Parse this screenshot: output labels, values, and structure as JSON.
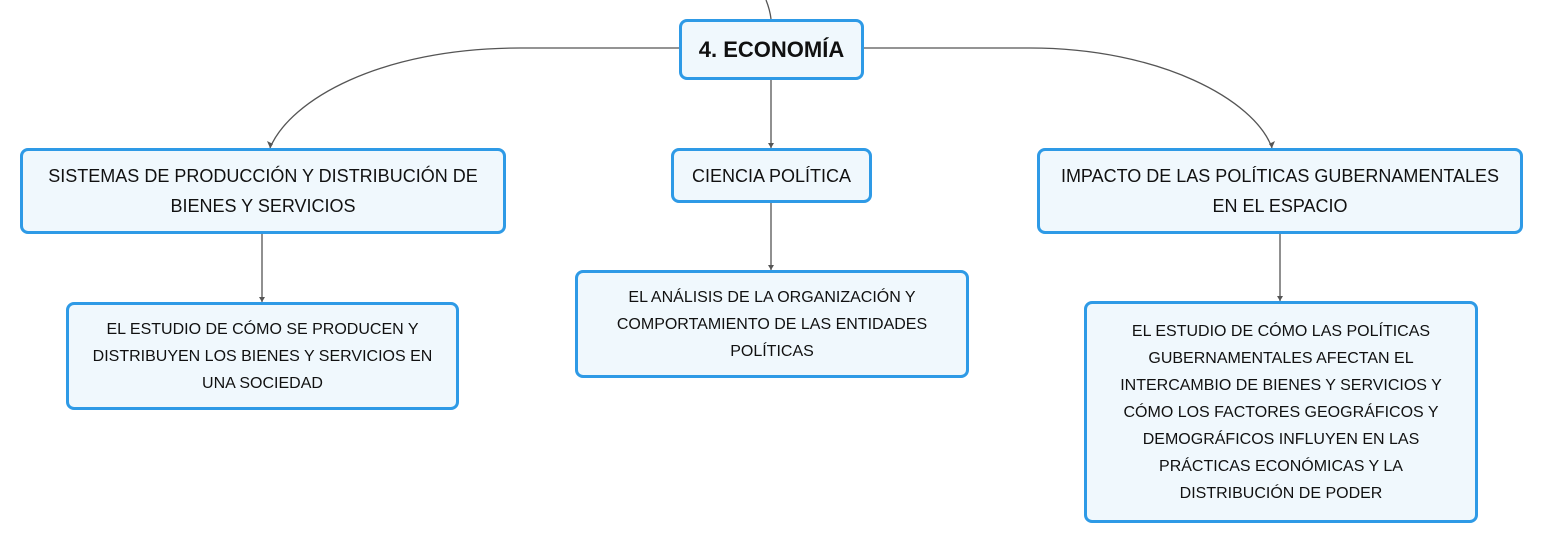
{
  "root": {
    "title": "4. ECONOMÍA"
  },
  "branches": [
    {
      "label": "SISTEMAS DE PRODUCCIÓN Y DISTRIBUCIÓN DE BIENES Y SERVICIOS",
      "child": "EL ESTUDIO DE CÓMO SE PRODUCEN Y DISTRIBUYEN LOS BIENES Y SERVICIOS EN UNA SOCIEDAD"
    },
    {
      "label": "CIENCIA POLÍTICA",
      "child": "EL ANÁLISIS DE LA ORGANIZACIÓN Y COMPORTAMIENTO DE LAS ENTIDADES POLÍTICAS"
    },
    {
      "label": "IMPACTO DE LAS POLÍTICAS GUBERNAMENTALES EN EL ESPACIO",
      "child": "EL ESTUDIO DE CÓMO LAS POLÍTICAS GUBERNAMENTALES AFECTAN EL INTERCAMBIO DE BIENES Y SERVICIOS Y CÓMO LOS FACTORES GEOGRÁFICOS Y DEMOGRÁFICOS INFLUYEN EN LAS PRÁCTICAS ECONÓMICAS Y LA DISTRIBUCIÓN DE PODER"
    }
  ],
  "colors": {
    "node_border": "#2e9ae6",
    "node_fill": "#f0f8fd",
    "connector": "#555555"
  }
}
